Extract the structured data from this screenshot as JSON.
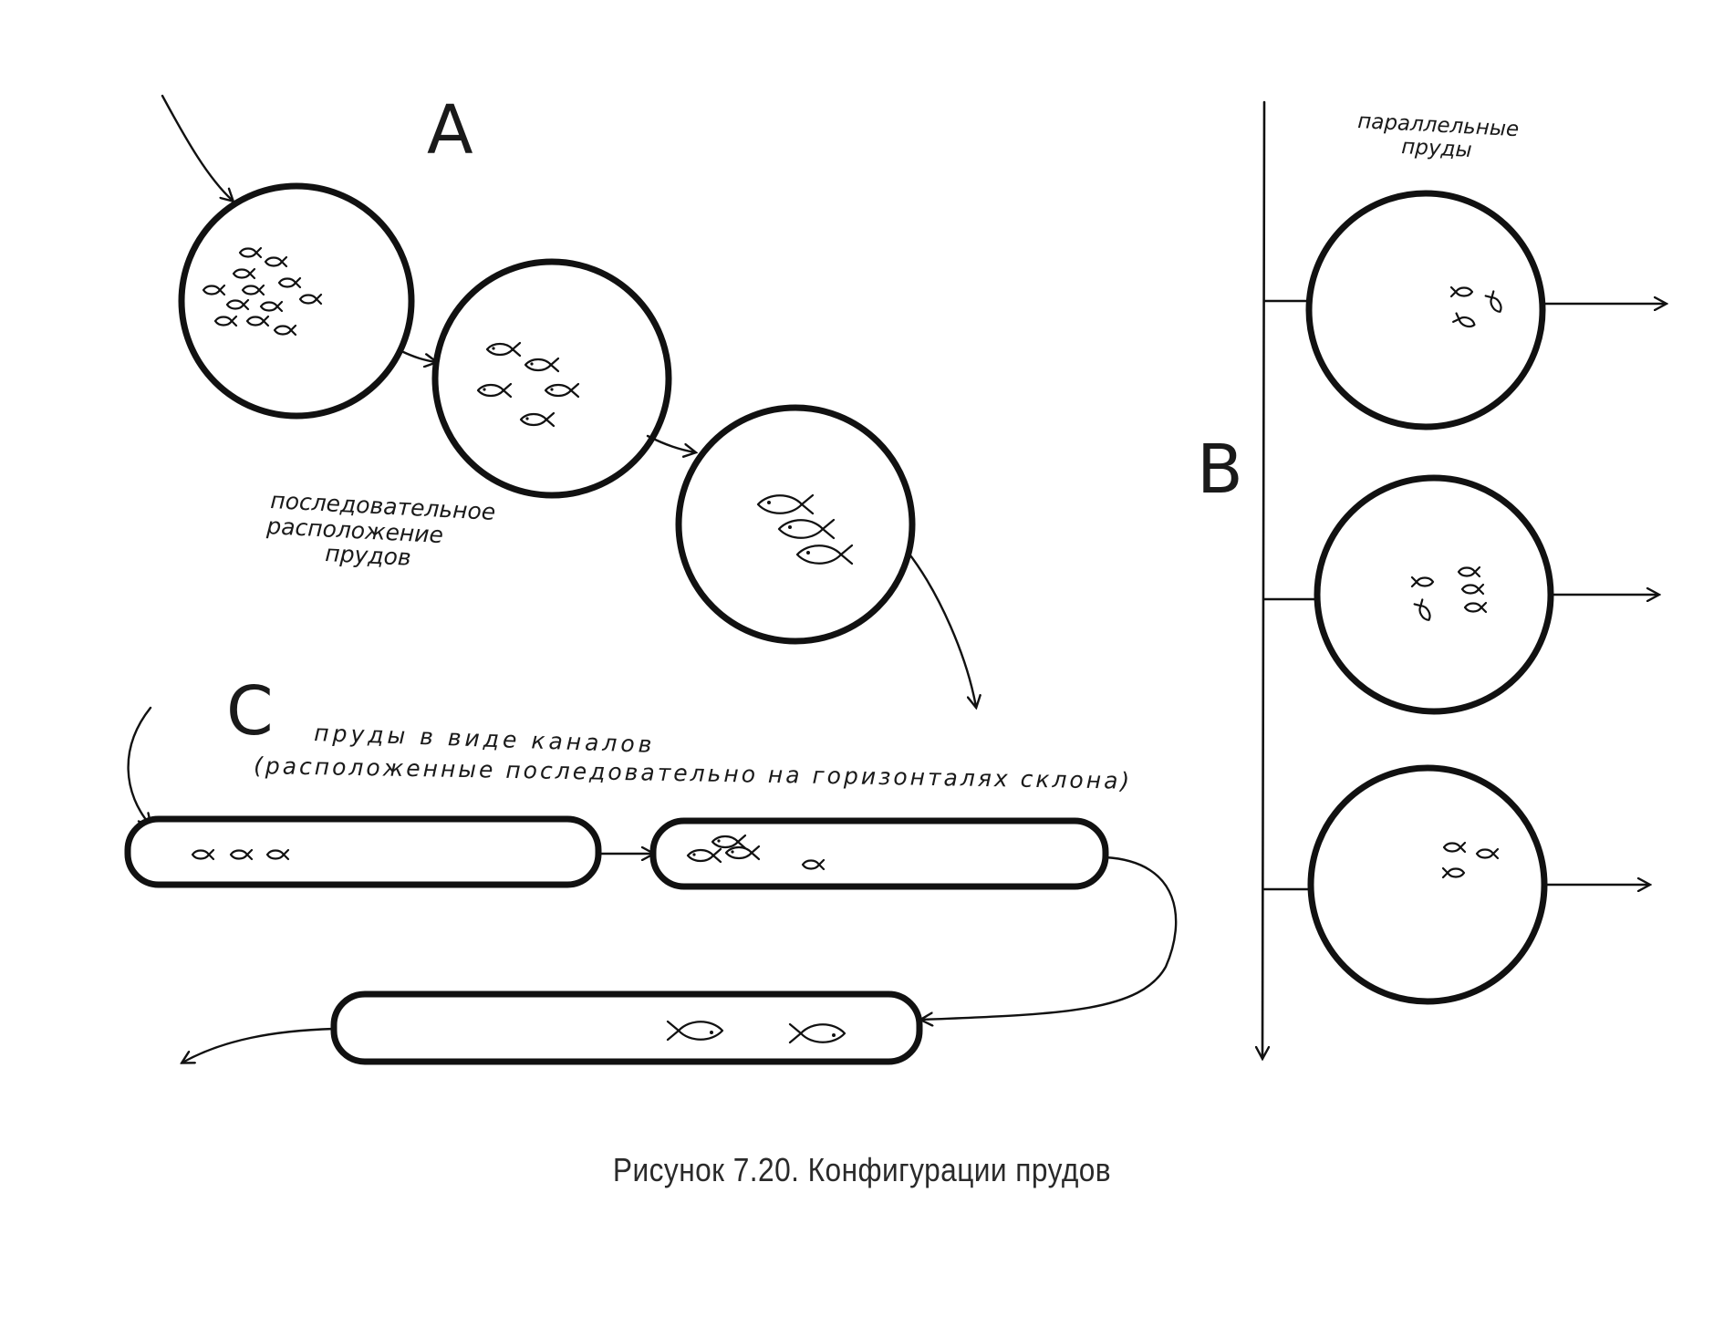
{
  "labels": {
    "a": "A",
    "b": "B",
    "c": "C"
  },
  "series_text": {
    "line1": "последовательное",
    "line2": "расположение",
    "line3": "прудов"
  },
  "parallel_text": {
    "line1": "параллельные",
    "line2": "пруды"
  },
  "channel_text": {
    "line1": "пруды в виде каналов",
    "line2": "(расположенные последовательно на горизонталях склона)"
  },
  "caption": "Рисунок 7.20. Конфигурации прудов"
}
